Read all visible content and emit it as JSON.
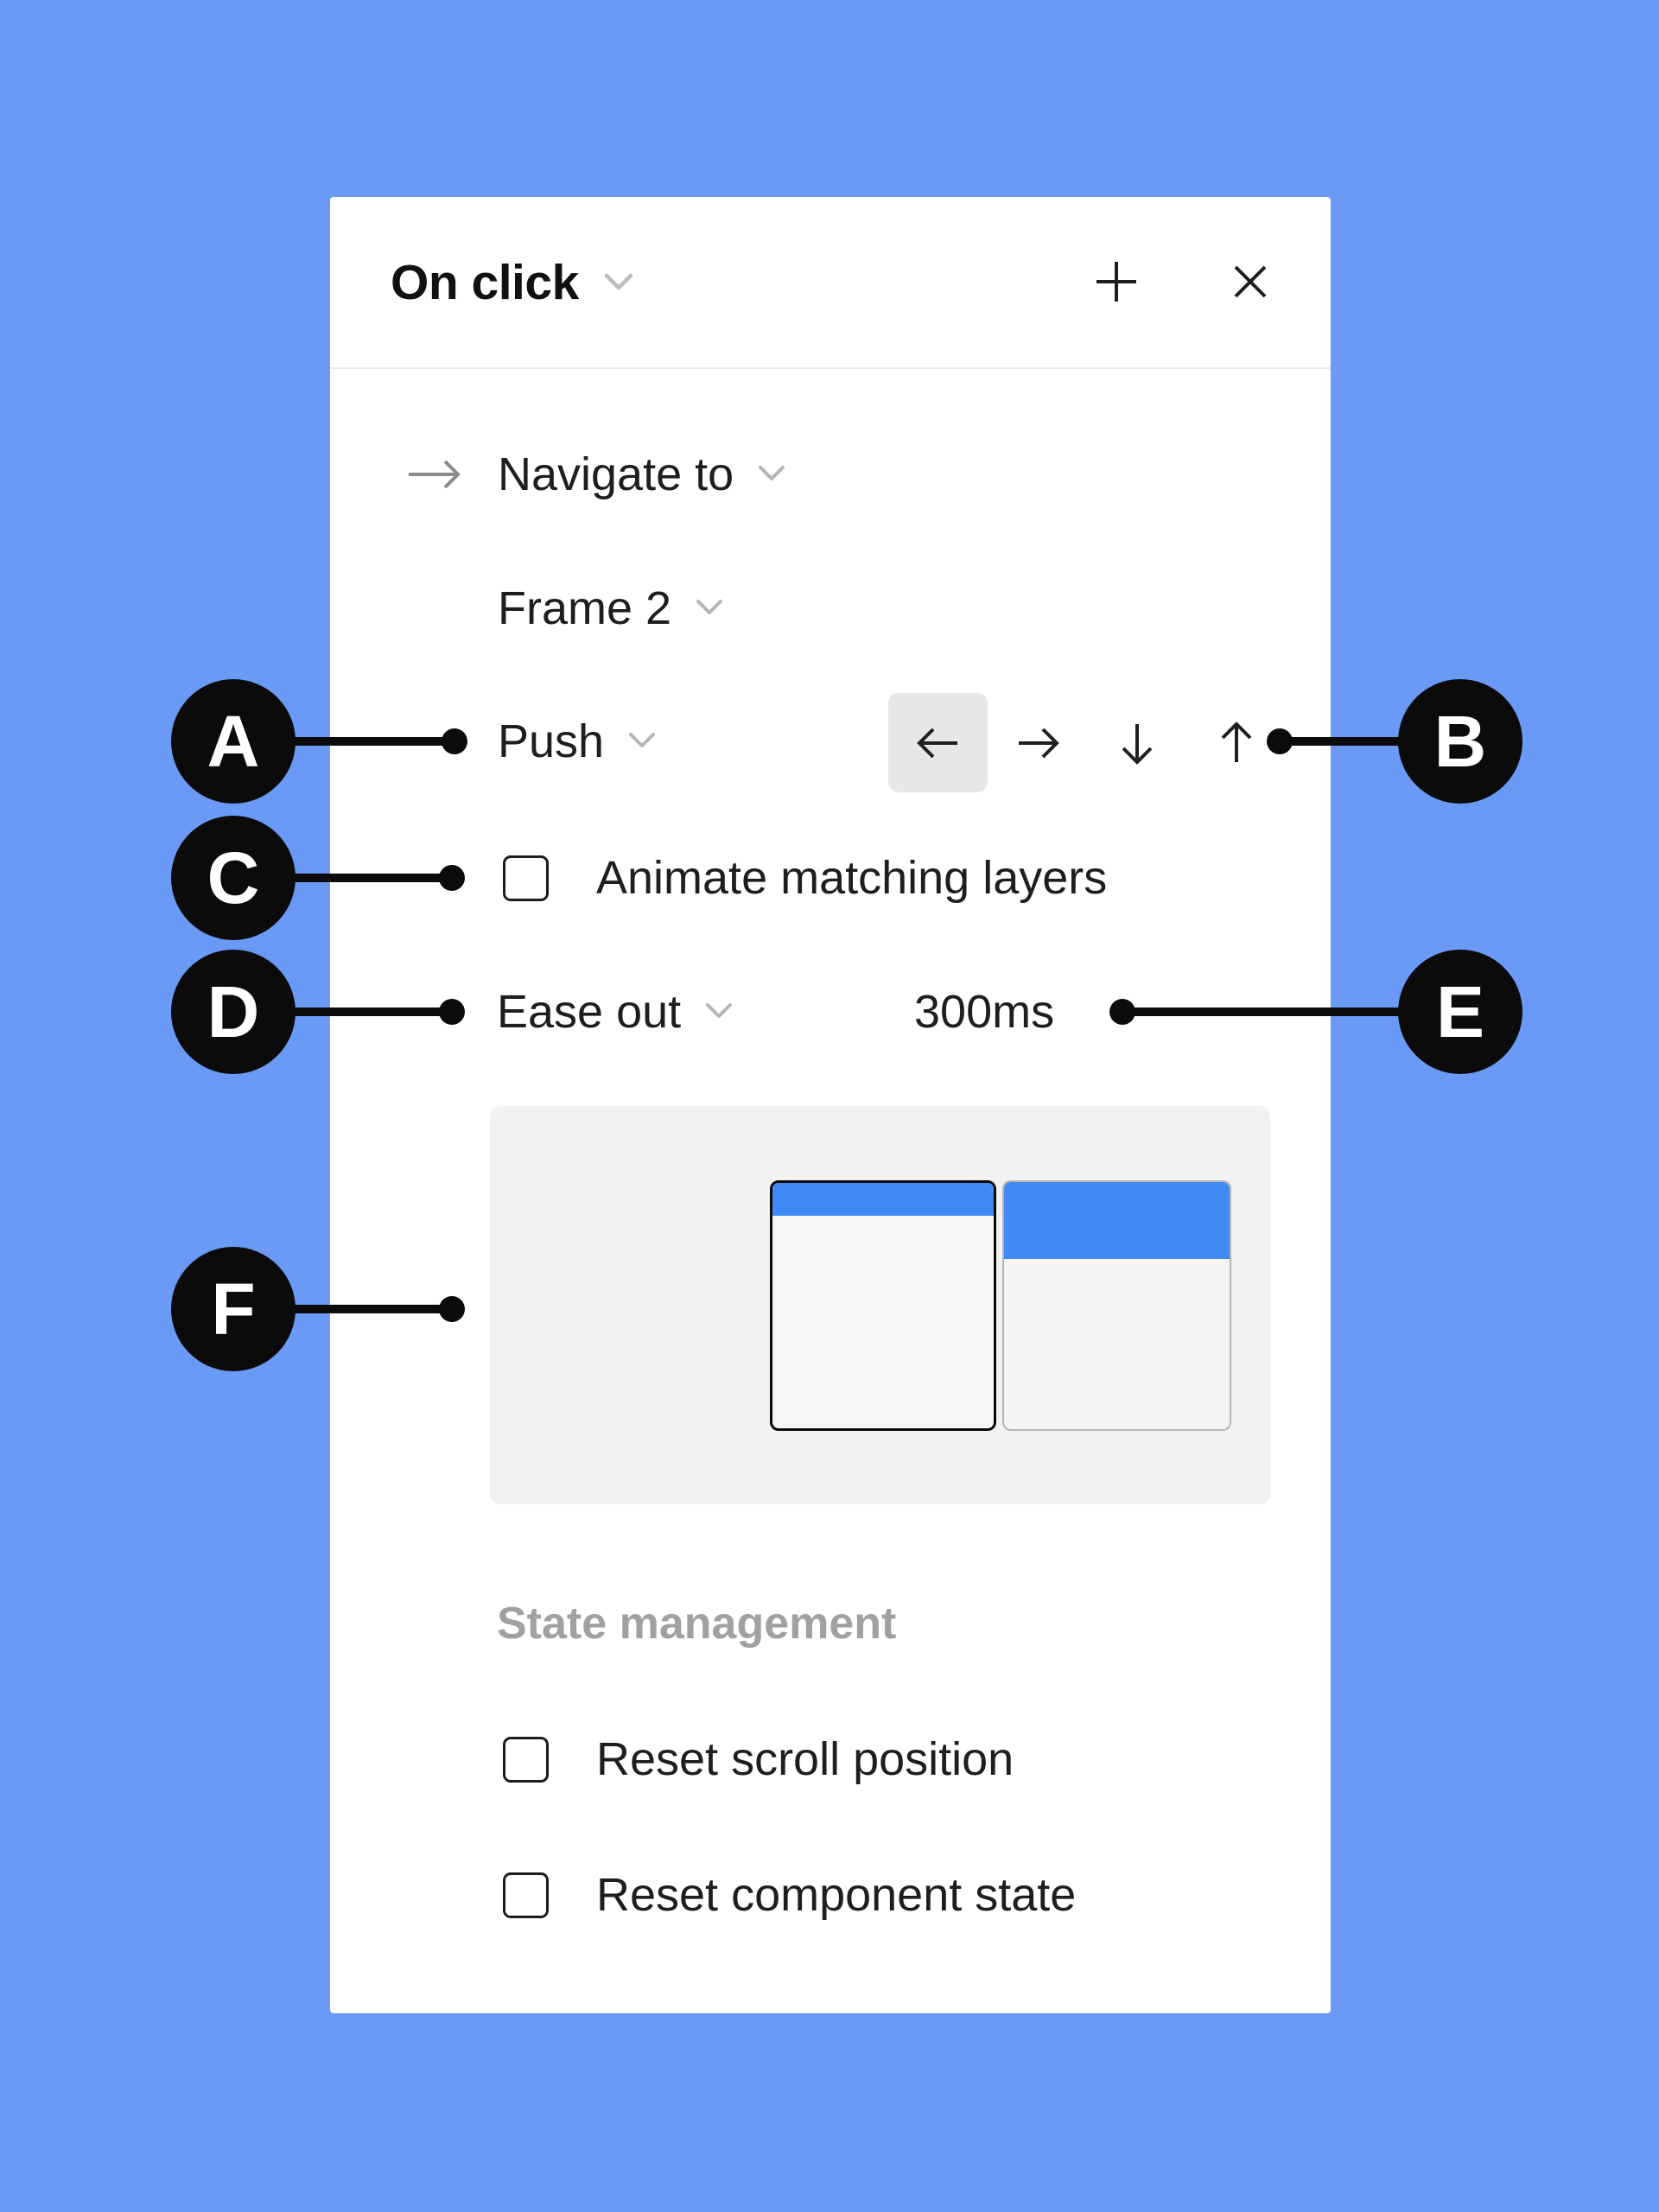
{
  "panel": {
    "trigger": {
      "value": "On click"
    },
    "action": {
      "value": "Navigate to"
    },
    "destination": {
      "value": "Frame 2"
    },
    "animation": {
      "value": "Push",
      "direction_options": [
        "left",
        "right",
        "down",
        "up"
      ],
      "selected_direction": "left"
    },
    "animate_matching_layers": {
      "label": "Animate matching layers",
      "checked": false
    },
    "easing": {
      "value": "Ease out"
    },
    "duration": {
      "value": "300ms"
    },
    "state_management": {
      "title": "State management",
      "options": [
        {
          "label": "Reset scroll position",
          "checked": false
        },
        {
          "label": "Reset component state",
          "checked": false
        }
      ]
    }
  },
  "annotations": {
    "a": {
      "letter": "A"
    },
    "b": {
      "letter": "B"
    },
    "c": {
      "letter": "C"
    },
    "d": {
      "letter": "D"
    },
    "e": {
      "letter": "E"
    },
    "f": {
      "letter": "F"
    }
  },
  "colors": {
    "background": "#6A9AF5",
    "accent_blue": "#4189F4",
    "selected_control_bg": "#E7E7E7",
    "preview_bg": "#F2F2F2",
    "panel_bg": "#FFFFFF",
    "annotation_black": "#0B0B0B",
    "text": "#1E1E1E",
    "muted_text": "#A1A1A1"
  }
}
